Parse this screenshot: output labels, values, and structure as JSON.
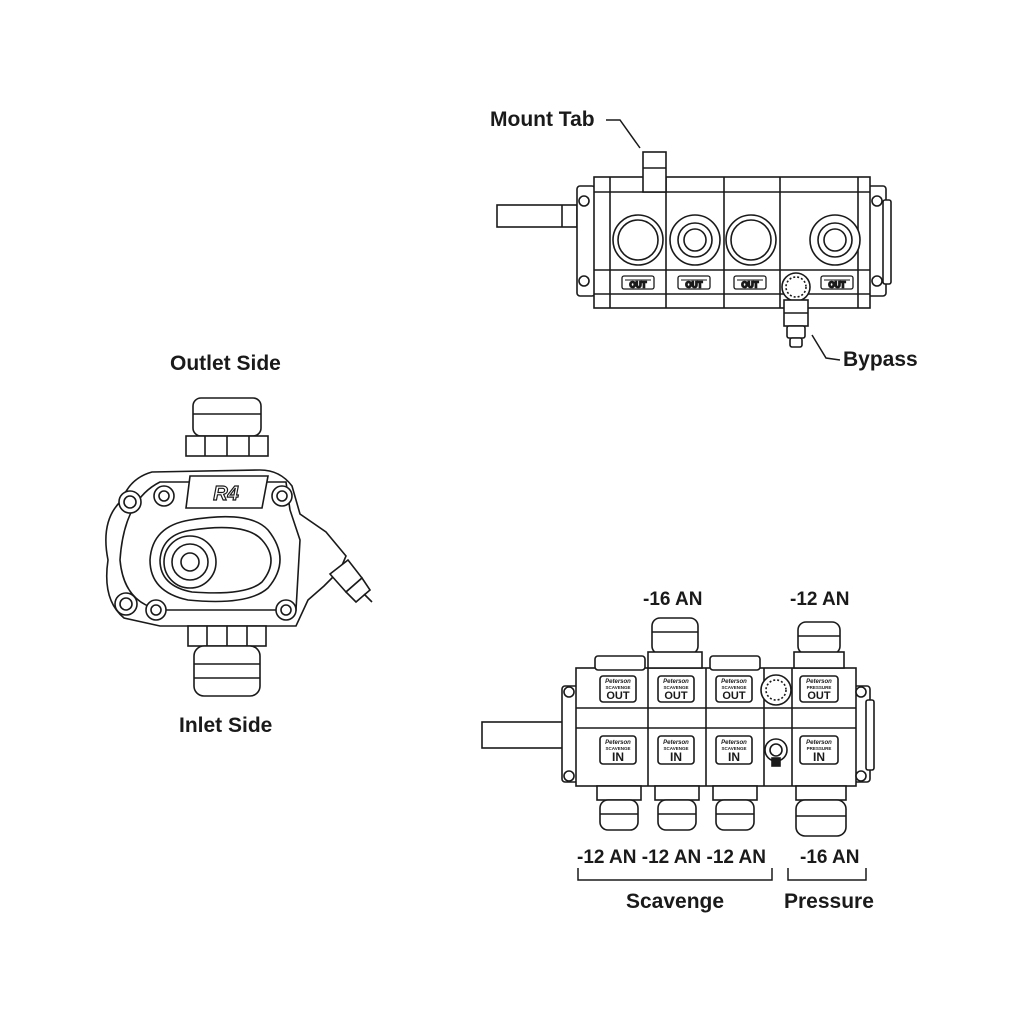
{
  "labels": {
    "mount_tab": "Mount Tab",
    "bypass": "Bypass",
    "outlet_side": "Outlet Side",
    "inlet_side": "Inlet Side",
    "top_16an": "-16 AN",
    "top_12an": "-12 AN",
    "bottom_12an": "-12 AN -12 AN -12 AN",
    "bottom_16an": "-16 AN",
    "scavenge": "Scavenge",
    "pressure": "Pressure"
  },
  "decals": {
    "out": "OUT",
    "in": "IN",
    "brand": "Peterson",
    "scavenge": "SCAVENGE",
    "pressure": "PRESSURE",
    "logo": "R4"
  },
  "colors": {
    "line": "#1a1a1a",
    "fill": "#ffffff"
  }
}
